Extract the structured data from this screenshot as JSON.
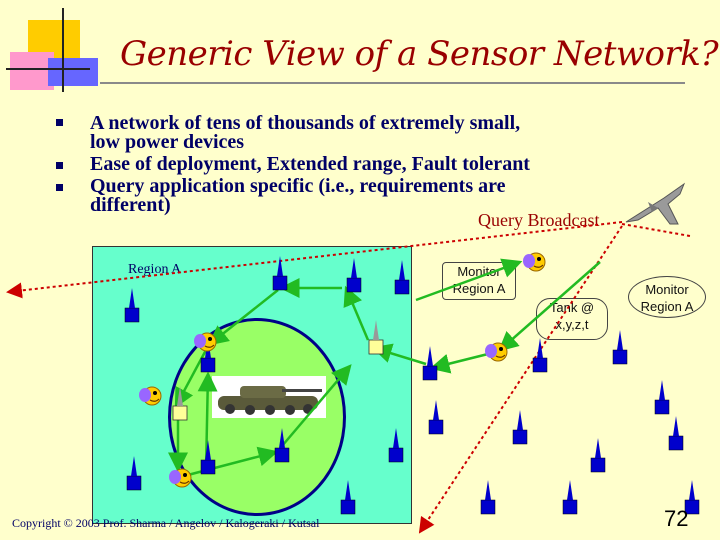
{
  "title": "Generic View of a Sensor Network?",
  "bullets": [
    "A network of  tens of thousands of extremely small,",
    "low power devices",
    "Ease of deployment, Extended range, Fault tolerant",
    "Query application specific (i.e., requirements are",
    "different)"
  ],
  "labels": {
    "query_broadcast": "Query Broadcast",
    "region_a": "Region A",
    "monitor_inner_1": "Monitor",
    "monitor_inner_2": "Region A",
    "tank_1": "Tank @",
    "tank_2": "x,y,z,t",
    "monitor_outer_1": "Monitor",
    "monitor_outer_2": "Region A"
  },
  "footer": {
    "copyright": "Copyright © 2003 Prof. Sharma / Angelov / Kalogeraki / Kutsal",
    "page_number": "72"
  },
  "colors": {
    "background": "#FFFFCC",
    "title": "#990000",
    "text": "#000066",
    "field": "#66FFCC",
    "region": "#99FF66",
    "green_arrow": "#22BB22",
    "red_dotted": "#CC0000"
  }
}
